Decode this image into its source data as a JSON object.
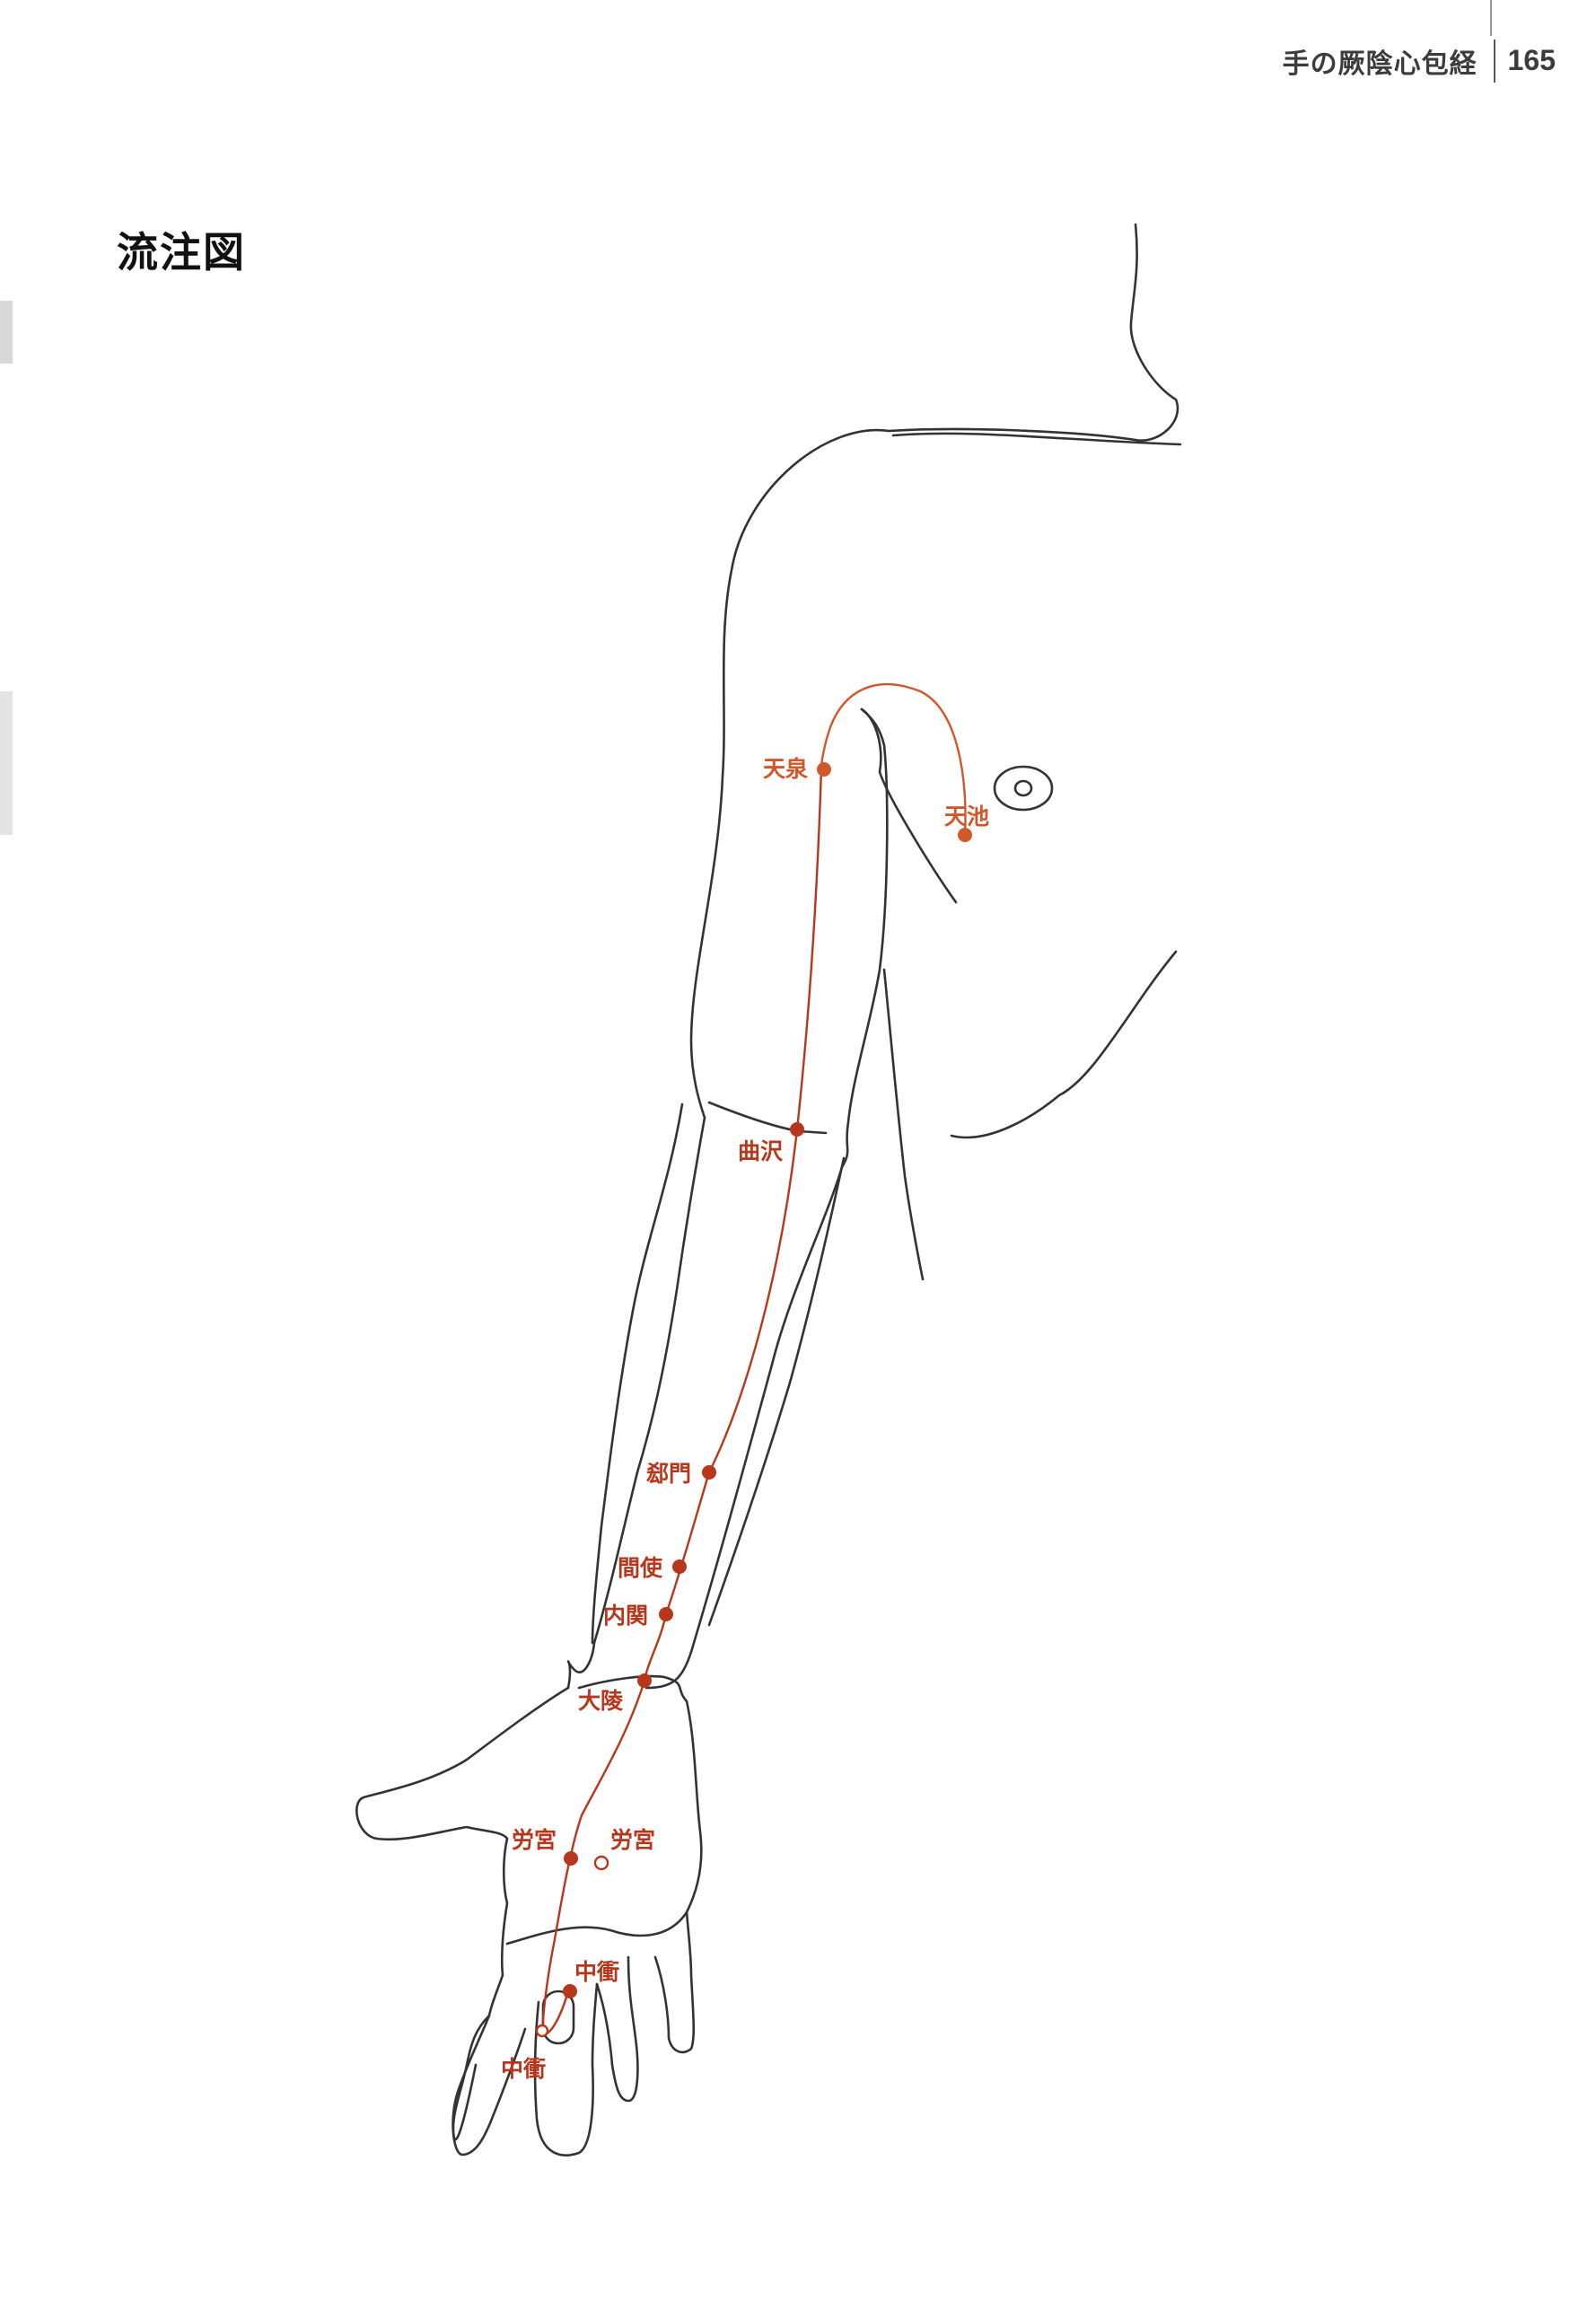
{
  "header": {
    "chapter": "手の厥陰心包経",
    "page_number": "165"
  },
  "title": "流注図",
  "colors": {
    "meridian": "#b8371c",
    "meridian_light": "#d0582a",
    "outline": "#333333",
    "text": "#111111"
  },
  "acupoints": {
    "tenchi": "天池",
    "tensen": "天泉",
    "kyokutaku": "曲沢",
    "gekimon": "郄門",
    "kanshi": "間使",
    "naikan": "内関",
    "dairyo": "大陵",
    "rokyu_front": "労宮",
    "rokyu_back": "労宮",
    "chusho_front": "中衝",
    "chusho_back": "中衝"
  }
}
